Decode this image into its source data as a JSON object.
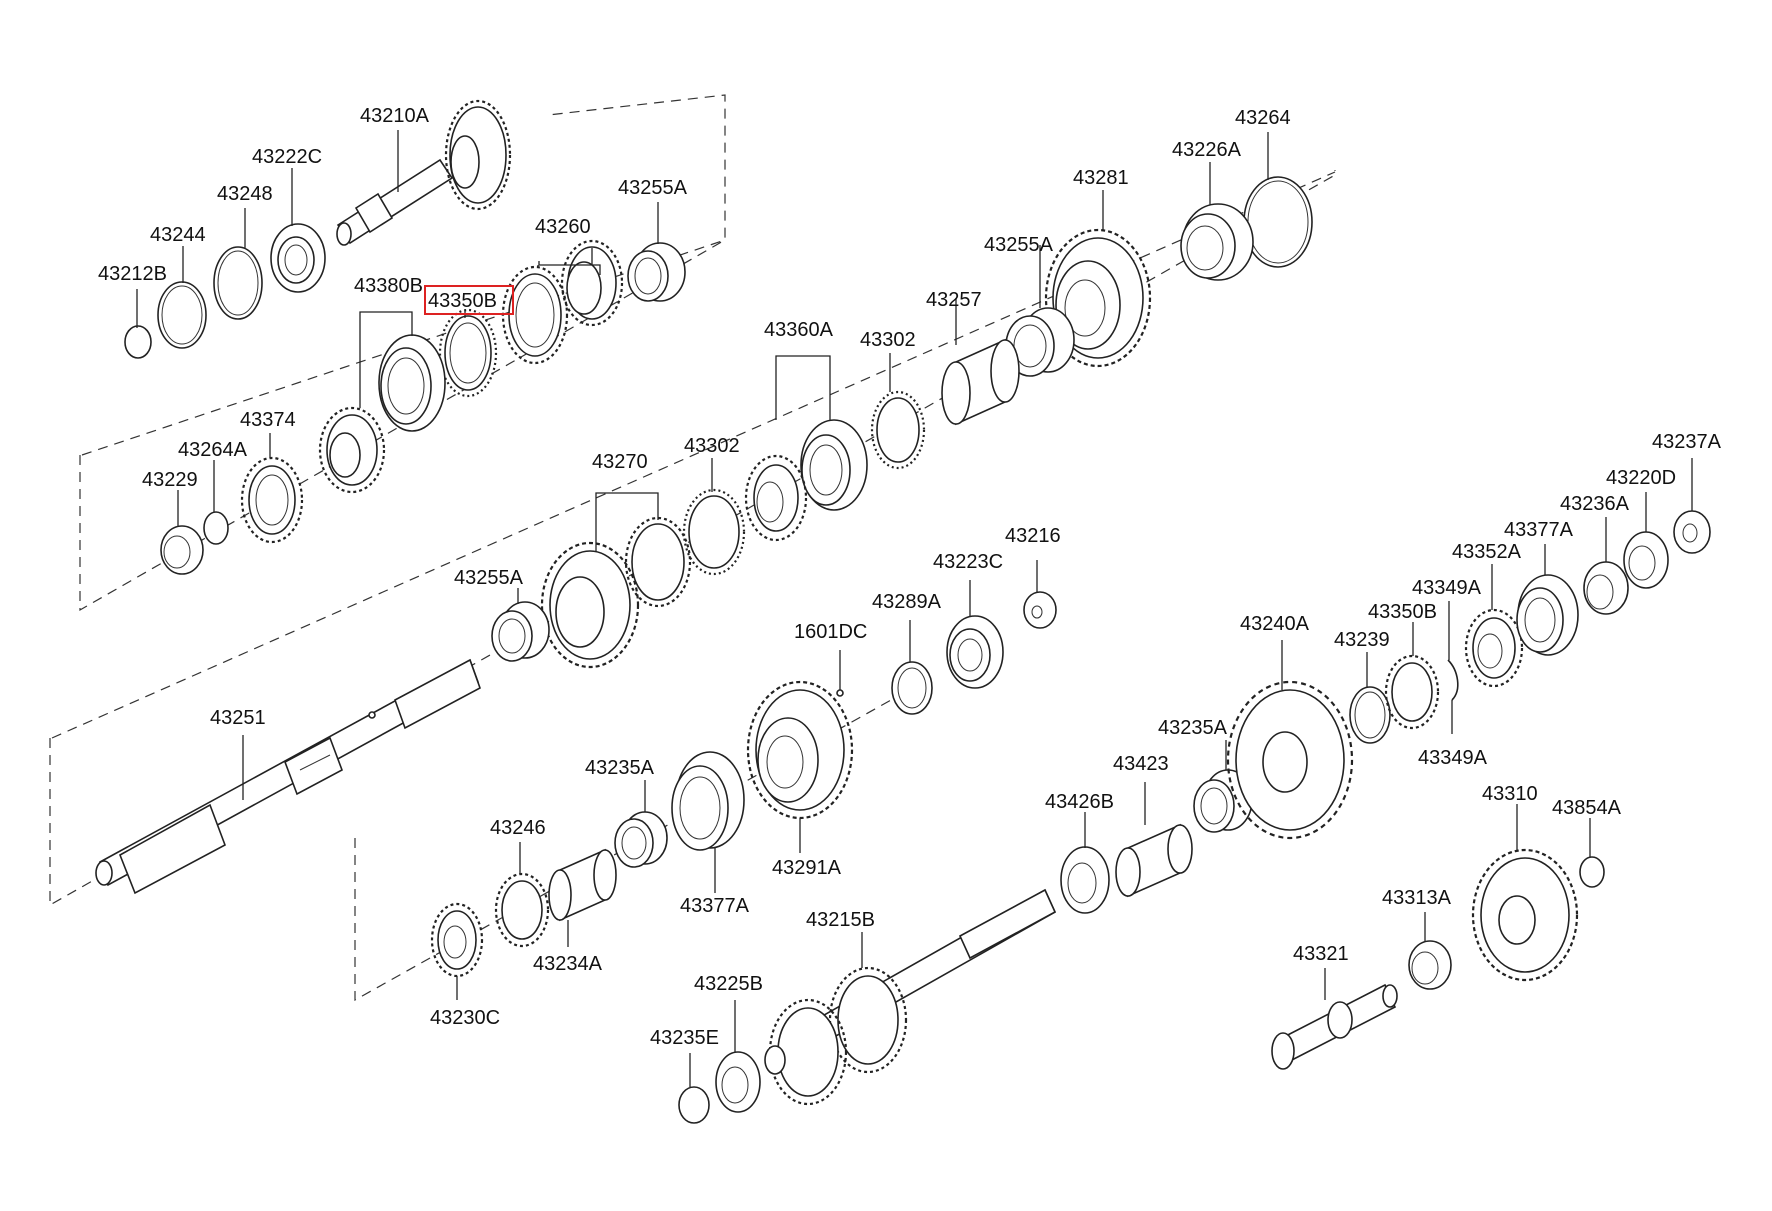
{
  "highlight": {
    "label": "43350B",
    "color": "#dd2222"
  },
  "labels": {
    "l43210A": "43210A",
    "l43222C": "43222C",
    "l43248": "43248",
    "l43244": "43244",
    "l43212B": "43212B",
    "l43255A_1": "43255A",
    "l43260": "43260",
    "l43380B": "43380B",
    "l43350B_1": "43350B",
    "l43374": "43374",
    "l43264A": "43264A",
    "l43229": "43229",
    "l43264": "43264",
    "l43226A": "43226A",
    "l43281": "43281",
    "l43255A_2": "43255A",
    "l43257": "43257",
    "l43360A": "43360A",
    "l43302_1": "43302",
    "l43270": "43270",
    "l43302_2": "43302",
    "l43255A_3": "43255A",
    "l43251": "43251",
    "l43216": "43216",
    "l43223C": "43223C",
    "l43289A": "43289A",
    "l1601DC": "1601DC",
    "l43237A": "43237A",
    "l43220D": "43220D",
    "l43236A": "43236A",
    "l43377A_1": "43377A",
    "l43352A": "43352A",
    "l43349A_1": "43349A",
    "l43350B_2": "43350B",
    "l43239": "43239",
    "l43240A": "43240A",
    "l43349A_2": "43349A",
    "l43235A_1": "43235A",
    "l43423": "43423",
    "l43426B": "43426B",
    "l43235A_2": "43235A",
    "l43246": "43246",
    "l43377A_2": "43377A",
    "l43291A": "43291A",
    "l43234A": "43234A",
    "l43230C": "43230C",
    "l43215B": "43215B",
    "l43225B": "43225B",
    "l43235E": "43235E",
    "l43310": "43310",
    "l43854A": "43854A",
    "l43313A": "43313A",
    "l43321": "43321"
  }
}
